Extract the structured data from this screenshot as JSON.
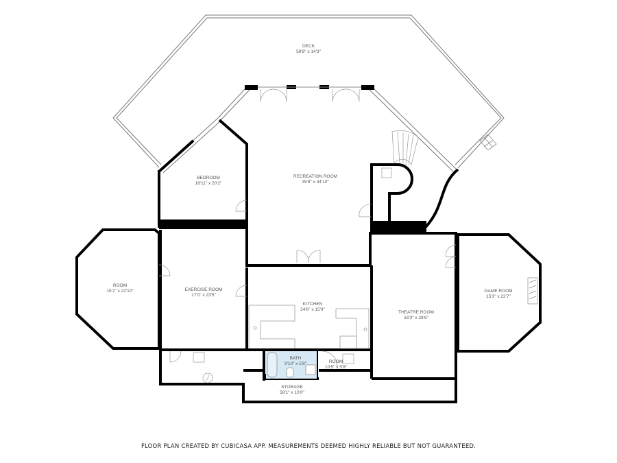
{
  "rooms": {
    "deck": {
      "name": "DECK",
      "size": "59'8\" x 14'3\""
    },
    "bedroom": {
      "name": "BEDROOM",
      "size": "16'11\" x 20'2\""
    },
    "recreation": {
      "name": "RECREATION ROOM",
      "size": "35'8\" x 34'10\""
    },
    "room_left": {
      "name": "ROOM",
      "size": "15'2\" x 22'10\""
    },
    "exercise": {
      "name": "EXERCISE ROOM",
      "size": "17'0\" x 23'5\""
    },
    "kitchen": {
      "name": "KITCHEN",
      "size": "24'6\" x 15'9\""
    },
    "theatre": {
      "name": "THEATRE ROOM",
      "size": "16'3\" x 28'6\""
    },
    "game": {
      "name": "GAME ROOM",
      "size": "15'3\" x 22'7\""
    },
    "bath": {
      "name": "BATH",
      "size": "9'10\" x 5'8\""
    },
    "room_small": {
      "name": "ROOM",
      "size": "10'5\" x 5'8\""
    },
    "storage": {
      "name": "STORAGE",
      "size": "58'1\" x 10'0\""
    }
  },
  "colors": {
    "wall": "#000000",
    "bath_fill": "#d6e9f5",
    "thin_line": "#888888"
  },
  "footer": "FLOOR PLAN CREATED BY CUBICASA APP. MEASUREMENTS DEEMED HIGHLY RELIABLE BUT NOT GUARANTEED."
}
